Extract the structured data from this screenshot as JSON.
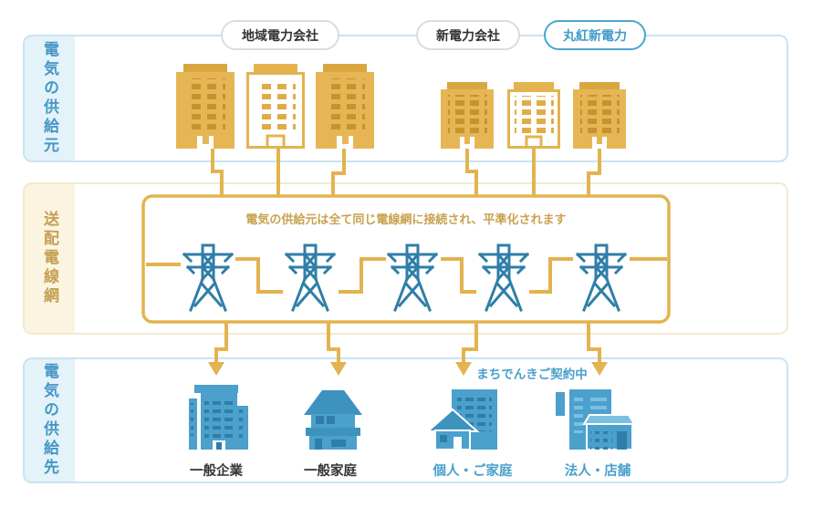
{
  "sections": {
    "source": {
      "label": "電気の供給元"
    },
    "grid": {
      "label": "送配電線網",
      "caption": "電気の供給元は全て同じ電線網に接続され、平準化されます"
    },
    "destination": {
      "label": "電気の供給先"
    }
  },
  "suppliers": [
    {
      "label": "地域電力会社",
      "highlighted": false
    },
    {
      "label": "新電力会社",
      "highlighted": false
    },
    {
      "label": "丸紅新電力",
      "highlighted": true
    }
  ],
  "contract_note": "まちでんきご契約中",
  "destinations": [
    {
      "label": "一般企業",
      "highlighted": false
    },
    {
      "label": "一般家庭",
      "highlighted": false
    },
    {
      "label": "個人・ご家庭",
      "highlighted": true
    },
    {
      "label": "法人・店舗",
      "highlighted": true
    }
  ],
  "icons": {
    "supplier_building": "building-icon",
    "grid_tower": "transmission-tower-icon",
    "flow_arrow": "arrow-down-icon"
  },
  "colors": {
    "accent_gold": "#e3b34f",
    "building_gold": "#e6b655",
    "window_gold": "#c79331",
    "tower_blue": "#2f7ea9",
    "building_blue": "#4ba0cc",
    "accent_blue": "#47a0cb",
    "section_blue_border": "#c9e4f2",
    "section_cream_border": "#f3e9cf",
    "highlight_pill_border": "#47a5d0"
  }
}
